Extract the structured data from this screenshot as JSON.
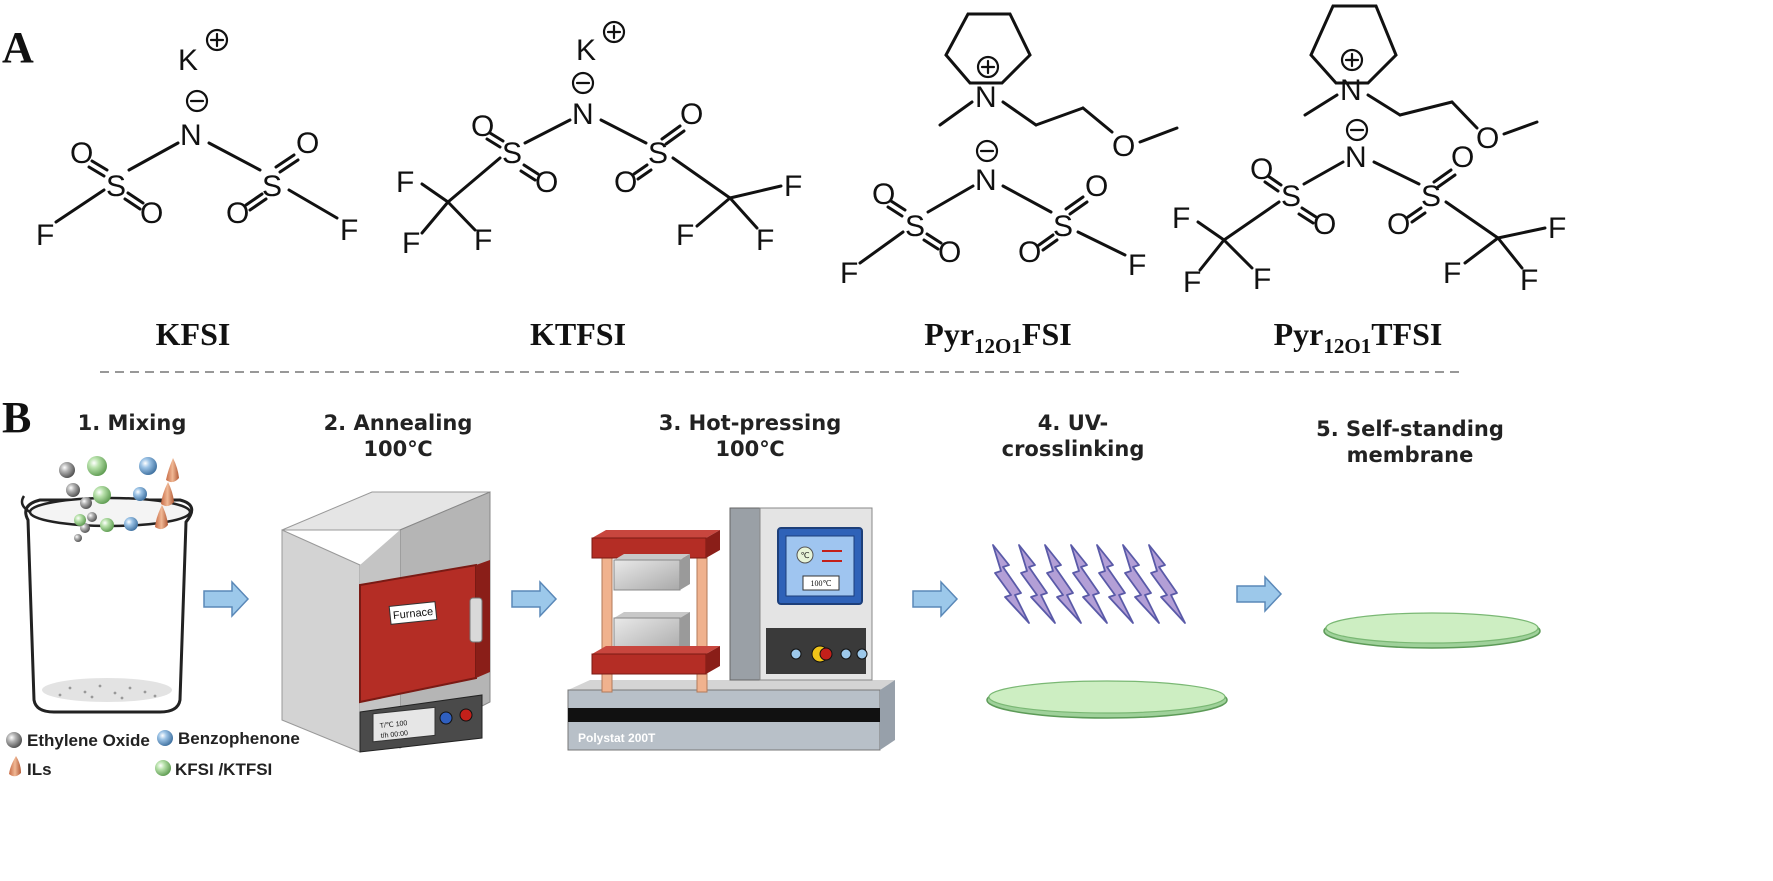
{
  "panel_a": {
    "letter": "A",
    "compounds": [
      {
        "name": "KFSI",
        "subscript": "",
        "suffix": ""
      },
      {
        "name": "KTFSI",
        "subscript": "",
        "suffix": ""
      },
      {
        "name": "Pyr",
        "subscript": "12O1",
        "suffix": "FSI"
      },
      {
        "name": "Pyr",
        "subscript": "12O1",
        "suffix": "TFSI"
      }
    ],
    "atoms": {
      "potassium": "K",
      "nitrogen": "N",
      "sulfur": "S",
      "oxygen": "O",
      "fluorine": "F"
    }
  },
  "panel_b": {
    "letter": "B",
    "steps": [
      {
        "line1": "1. Mixing",
        "line2": ""
      },
      {
        "line1": "2. Annealing",
        "line2": "100℃"
      },
      {
        "line1": "3. Hot-pressing",
        "line2": "100℃"
      },
      {
        "line1": "4. UV-",
        "line2": "crosslinking"
      },
      {
        "line1": "5. Self-standing",
        "line2": "membrane"
      }
    ],
    "furnace_label": "Furnace",
    "furnace_panel": {
      "line1": "T/℃   100",
      "line2": "t/h   00:00"
    },
    "press_label": "Polystat 200T",
    "press_screen_unit": "℃",
    "press_screen_temp": "100℃",
    "legend": [
      {
        "label": "Ethylene Oxide",
        "color": "#8a8a8a"
      },
      {
        "label": "Benzophenone",
        "color": "#6f9fc9"
      },
      {
        "label": "ILs",
        "color": "#d9916a"
      },
      {
        "label": "KFSI /KTFSI",
        "color": "#93c98a"
      }
    ]
  },
  "colors": {
    "arrow": "#9cc8ea",
    "furnace_door": "#b42d25",
    "press_plate": "#b42d25",
    "membrane": "#c9eab8",
    "bolt": "#b39fd6"
  }
}
